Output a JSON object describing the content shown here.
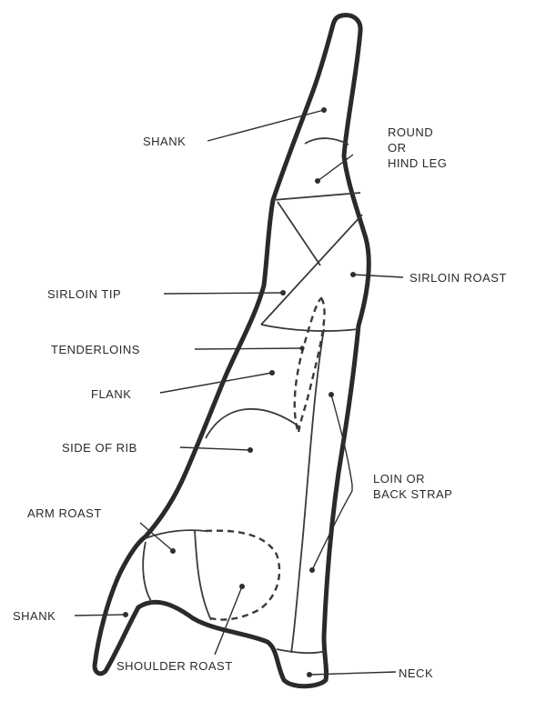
{
  "labels": {
    "shank_top": "SHANK",
    "round": [
      "ROUND",
      "OR",
      "HIND LEG"
    ],
    "sirloin_tip": "SIRLOIN TIP",
    "sirloin_roast": "SIRLOIN ROAST",
    "tenderloins": "TENDERLOINS",
    "flank": "FLANK",
    "side_of_rib": "SIDE OF RIB",
    "loin": [
      "LOIN OR",
      "BACK STRAP"
    ],
    "arm_roast": "ARM ROAST",
    "shank_bottom": "SHANK",
    "shoulder_roast": "SHOULDER ROAST",
    "neck": "NECK"
  }
}
